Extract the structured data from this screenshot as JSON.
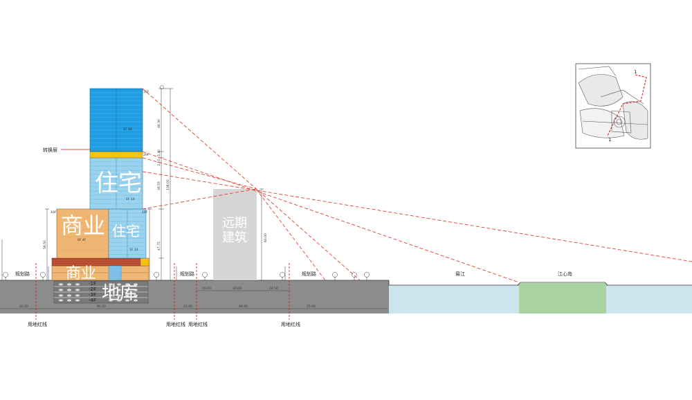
{
  "labels": {
    "transfer_floor": "转换层",
    "residential_upper": "住宅",
    "residential_lower": "住宅",
    "commercial_upper": "商业",
    "commercial_lower": "商业",
    "basement": "地库",
    "future_building_line1": "远期",
    "future_building_line2": "建筑",
    "road_left": "规划路",
    "road_mid": "规划路",
    "road_right": "规划路",
    "river": "易江",
    "island": "江心岛",
    "redline_1": "用地红线",
    "redline_2": "用地红线",
    "redline_3": "用地红线",
    "redline_4": "用地红线",
    "section_mark_top": "1",
    "section_mark_bottom": "1"
  },
  "floor_tags": {
    "tower_top": "38F",
    "transfer": "29F",
    "podium_top": "10F",
    "podium_top_right": "10F",
    "tower_floor_note": "1F 18",
    "res_floor_note": "1F 14",
    "res_floor_note2": "1F 14",
    "comm_floor_note": "6F 4F",
    "basement_levels": [
      "-1F",
      "-2F",
      "-3F",
      "-4F"
    ]
  },
  "dims": {
    "left_vertical": "56.50",
    "tower_v1": "46.30",
    "tower_v2": "5.40",
    "tower_v3": "3.10",
    "tower_v4": "39.55",
    "tower_total": "138.00",
    "tower_v5": "47.75",
    "future_height": "60.00",
    "ground_1": "20.00",
    "ground_2": "15.00",
    "ground_3": "80.00",
    "ground_4": "25.00",
    "ground_5": "90.00",
    "top_1": "10.00",
    "top_2": "30.00",
    "top_3": "24.50"
  },
  "colors": {
    "tower_blue": "#1e9de2",
    "res_light_blue": "#9bd3ef",
    "transfer_yellow": "#f7c210",
    "commercial_orange": "#f0b774",
    "brick_red": "#b4452b",
    "ground_grey": "#8c8c8c",
    "future_grey": "#d6d6d6",
    "river_blue": "#cde4ee",
    "island_green": "#a9d3a0",
    "sightline_red": "#e0412f",
    "redline_red": "#d9231f"
  }
}
